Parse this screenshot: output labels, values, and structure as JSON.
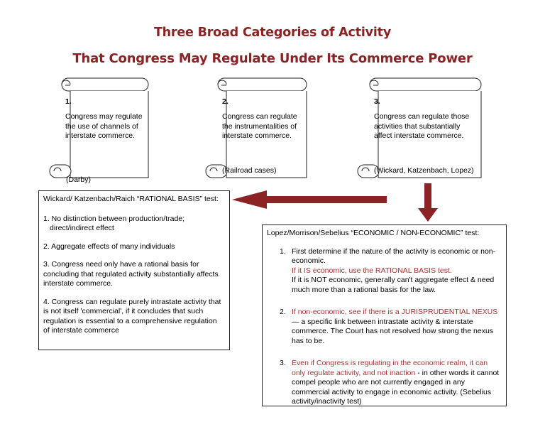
{
  "title": {
    "line1": "Three Broad Categories of Activity",
    "line2": "That Congress May Regulate Under Its Commerce Power"
  },
  "colors": {
    "title": "#8b2325",
    "arrow": "#8b2325",
    "highlight": "#a83232"
  },
  "scrolls": [
    {
      "number": "1.",
      "text": "Congress may regulate the use of channels of interstate commerce.",
      "footnote": "(Darby)"
    },
    {
      "number": "2.",
      "text": "Congress can regulate the instrumentalities of interstate commerce.",
      "footnote": "(Railroad cases)"
    },
    {
      "number": "3.",
      "text": "Congress can regulate those activities that substantially affect interstate commerce.",
      "footnote": "(Wickard, Katzenbach, Lopez)"
    }
  ],
  "left_box": {
    "heading": "Wickard/ Katzenbach/Raich  “RATIONAL BASIS” test:",
    "item1_a": "1. No distinction between production/trade;",
    "item1_b": "direct/indirect effect",
    "item2": "2. Aggregate effects of many individuals",
    "item3": "3. Congress need only have a rational basis for concluding that regulated activity substantially affects interstate commerce.",
    "item4": "4. Congress can regulate purely intrastate activity that is not itself 'commercial', if it concludes that such regulation is essential to a comprehensive regulation of interstate commerce"
  },
  "right_box": {
    "heading": "Lopez/Morrison/Sebelius “ECONOMIC / NON-ECONOMIC” test:",
    "item1": {
      "number": "1.",
      "text": "First determine if the nature of the activity is economic or non-economic.",
      "red": "If it IS economic, use the RATIONAL BASIS test.",
      "tail": "If it is NOT economic, generally can't aggregate effect & need much more than a rational basis for the law."
    },
    "item2": {
      "number": "2.",
      "red": "If non-economic, see if there is a JURISPRUDENTIAL NEXUS",
      "dash": "—",
      "tail": "a specific link between intrastate activity & interstate commerce. The Court has not resolved how strong the nexus has to be."
    },
    "item3": {
      "number": "3.",
      "red": "Even if Congress is regulating in the economic realm, it can only regulate activity, and not inaction",
      "tail": " - in other words it cannot compel people who are not currently engaged in any commercial activity to engage in economic activity. (Sebelius activity/inactivity test)"
    }
  }
}
